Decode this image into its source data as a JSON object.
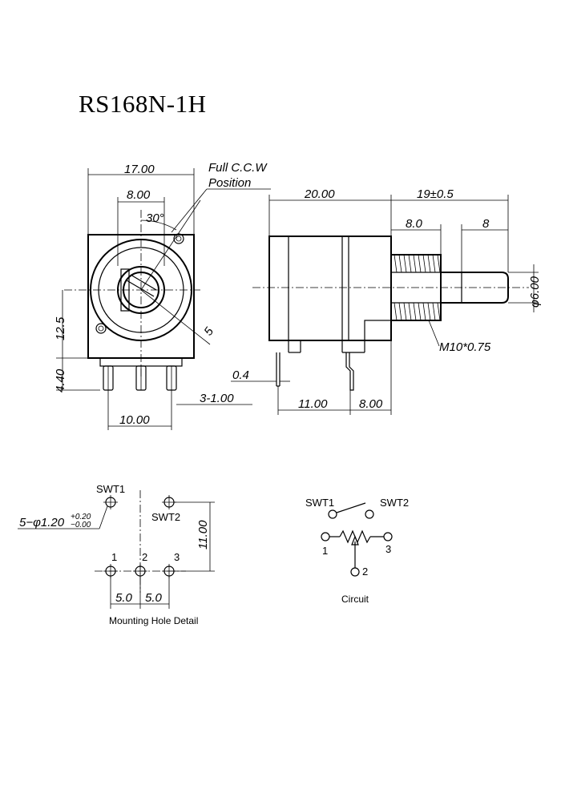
{
  "title": "RS168N-1H",
  "front_view": {
    "width": "17.00",
    "shaft_width": "8.00",
    "angle": "30°",
    "full_ccw_line1": "Full C.C.W",
    "full_ccw_line2": "Position",
    "height": "12.5",
    "pin_length": "4.40",
    "pin_width": "3-1.00",
    "pin_pitch": "10.00",
    "radius": "5"
  },
  "side_view": {
    "body_length": "20.00",
    "shaft_length": "19±0.5",
    "thread_length": "8.0",
    "flat_length": "8",
    "shaft_dia": "φ6.00",
    "thread": "M10*0.75",
    "tab_thickness": "0.4",
    "pin_offset": "11.00",
    "bush_offset": "8.00"
  },
  "mounting": {
    "swt1": "SWT1",
    "swt2": "SWT2",
    "hole_dia": "5−φ1.20",
    "tol_plus": "+0.20",
    "tol_minus": "−0.00",
    "height": "11.00",
    "pin1": "1",
    "pin2": "2",
    "pin3": "3",
    "pitch_left": "5.0",
    "pitch_right": "5.0",
    "caption": "Mounting Hole Detail"
  },
  "circuit": {
    "swt1": "SWT1",
    "swt2": "SWT2",
    "pin1": "1",
    "pin2": "2",
    "pin3": "3",
    "caption": "Circuit"
  }
}
